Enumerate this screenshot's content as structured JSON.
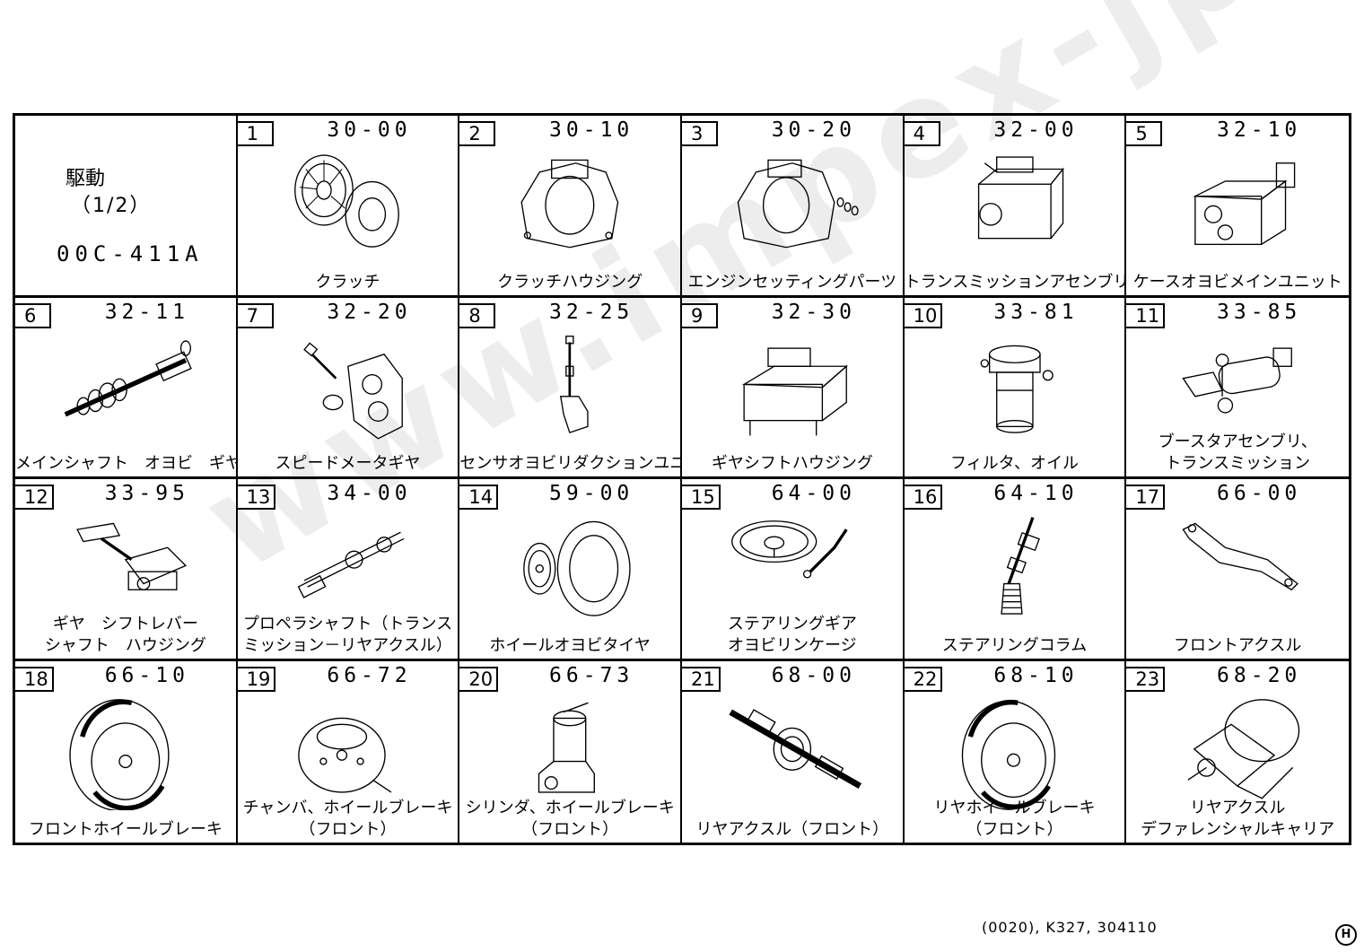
{
  "title": {
    "main": "駆動",
    "sub": "（1/2）",
    "code": "00C-411A"
  },
  "cells": [
    {
      "num": "1",
      "code": "30-00",
      "label": [
        "クラッチ"
      ],
      "icon": "clutch-disc-icon"
    },
    {
      "num": "2",
      "code": "30-10",
      "label": [
        "クラッチハウジング"
      ],
      "icon": "clutch-housing-icon"
    },
    {
      "num": "3",
      "code": "30-20",
      "label": [
        "エンジンセッティングパーツ"
      ],
      "icon": "engine-setting-parts-icon"
    },
    {
      "num": "4",
      "code": "32-00",
      "label": [
        "トランスミッションアセンブリ"
      ],
      "icon": "transmission-assembly-icon"
    },
    {
      "num": "5",
      "code": "32-10",
      "label": [
        "ケースオヨビメインユニット"
      ],
      "icon": "case-main-unit-icon"
    },
    {
      "num": "6",
      "code": "32-11",
      "label": [
        "メインシャフト　オヨビ　ギヤ"
      ],
      "icon": "main-shaft-gear-icon"
    },
    {
      "num": "7",
      "code": "32-20",
      "label": [
        "スピードメータギヤ"
      ],
      "icon": "speedometer-gear-icon"
    },
    {
      "num": "8",
      "code": "32-25",
      "label": [
        "センサオヨビリダクションユニット"
      ],
      "icon": "sensor-reduction-unit-icon"
    },
    {
      "num": "9",
      "code": "32-30",
      "label": [
        "ギヤシフトハウジング"
      ],
      "icon": "gear-shift-housing-icon"
    },
    {
      "num": "10",
      "code": "33-81",
      "label": [
        "フィルタ、オイル"
      ],
      "icon": "oil-filter-icon"
    },
    {
      "num": "11",
      "code": "33-85",
      "label": [
        "ブースタアセンブリ、",
        "トランスミッション"
      ],
      "icon": "booster-assembly-icon"
    },
    {
      "num": "12",
      "code": "33-95",
      "label": [
        "ギヤ　シフトレバー",
        "シャフト　ハウジング"
      ],
      "icon": "shift-lever-housing-icon"
    },
    {
      "num": "13",
      "code": "34-00",
      "label": [
        "プロペラシャフト（トランス",
        "ミッション－リヤアクスル）"
      ],
      "icon": "propeller-shaft-icon"
    },
    {
      "num": "14",
      "code": "59-00",
      "label": [
        "ホイールオヨビタイヤ"
      ],
      "icon": "wheel-tire-icon"
    },
    {
      "num": "15",
      "code": "64-00",
      "label": [
        "ステアリングギア",
        "オヨビリンケージ"
      ],
      "icon": "steering-wheel-icon"
    },
    {
      "num": "16",
      "code": "64-10",
      "label": [
        "ステアリングコラム"
      ],
      "icon": "steering-column-icon"
    },
    {
      "num": "17",
      "code": "66-00",
      "label": [
        "フロントアクスル"
      ],
      "icon": "front-axle-icon"
    },
    {
      "num": "18",
      "code": "66-10",
      "label": [
        "フロントホイールブレーキ"
      ],
      "icon": "brake-shoe-icon"
    },
    {
      "num": "19",
      "code": "66-72",
      "label": [
        "チャンバ、ホイールブレーキ",
        "（フロント）"
      ],
      "icon": "brake-chamber-icon"
    },
    {
      "num": "20",
      "code": "66-73",
      "label": [
        "シリンダ、ホイールブレーキ",
        "（フロント）"
      ],
      "icon": "brake-cylinder-icon"
    },
    {
      "num": "21",
      "code": "68-00",
      "label": [
        "リヤアクスル（フロント）"
      ],
      "icon": "rear-axle-icon"
    },
    {
      "num": "22",
      "code": "68-10",
      "label": [
        "リヤホイールブレーキ",
        "（フロント）"
      ],
      "icon": "rear-brake-shoe-icon"
    },
    {
      "num": "23",
      "code": "68-20",
      "label": [
        "リヤアクスル",
        "デファレンシャルキャリア"
      ],
      "icon": "differential-carrier-icon"
    }
  ],
  "watermark": "www.impex-jp.com",
  "footer": {
    "ref": "(0020), K327, 304110",
    "mark": "H"
  }
}
